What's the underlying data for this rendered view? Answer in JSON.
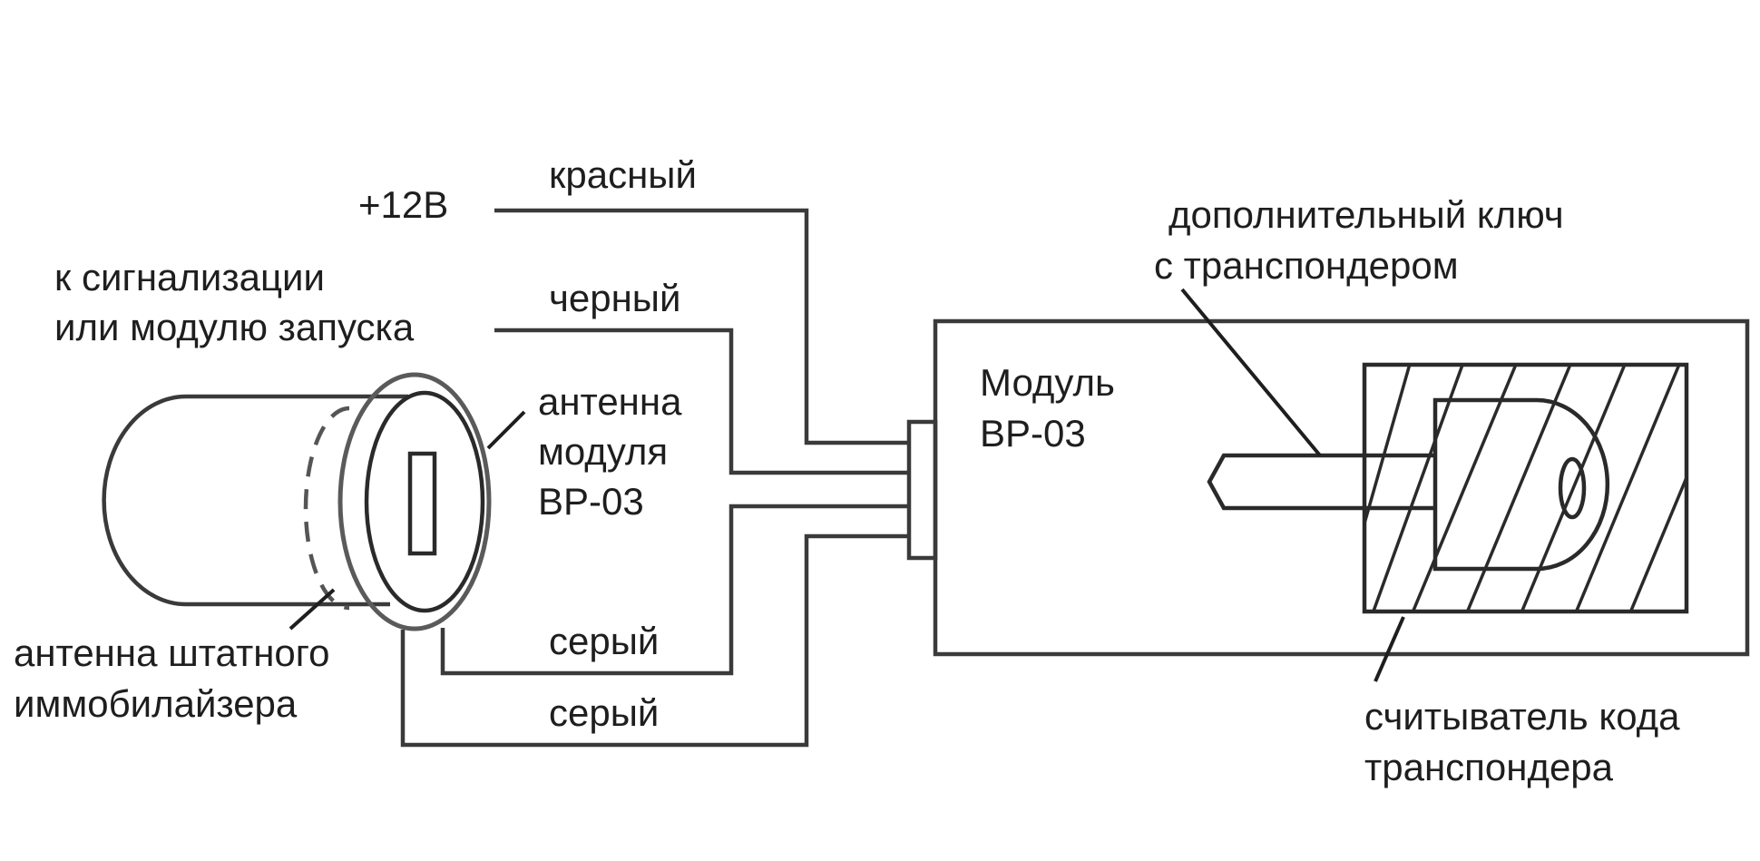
{
  "labels": {
    "plus12v": "+12В",
    "red": "красный",
    "black": "черный",
    "to_alarm_line1": "к сигнализации",
    "to_alarm_line2": "или модулю запуска",
    "antenna_module_line1": "антенна",
    "antenna_module_line2": "модуля",
    "antenna_module_line3": "ВР-03",
    "gray_1": "серый",
    "gray_2": "серый",
    "stock_antenna_line1": "антенна штатного",
    "stock_antenna_line2": "иммобилайзера",
    "module_line1": "Модуль",
    "module_line2": "ВР-03",
    "extra_key_line1": "дополнительный ключ",
    "extra_key_line2": "с транспондером",
    "reader_line1": "считыватель кода",
    "reader_line2": "транспондера"
  },
  "colors": {
    "stroke": "#3a3a3a",
    "text": "#1e1e1e",
    "background": "#ffffff"
  }
}
